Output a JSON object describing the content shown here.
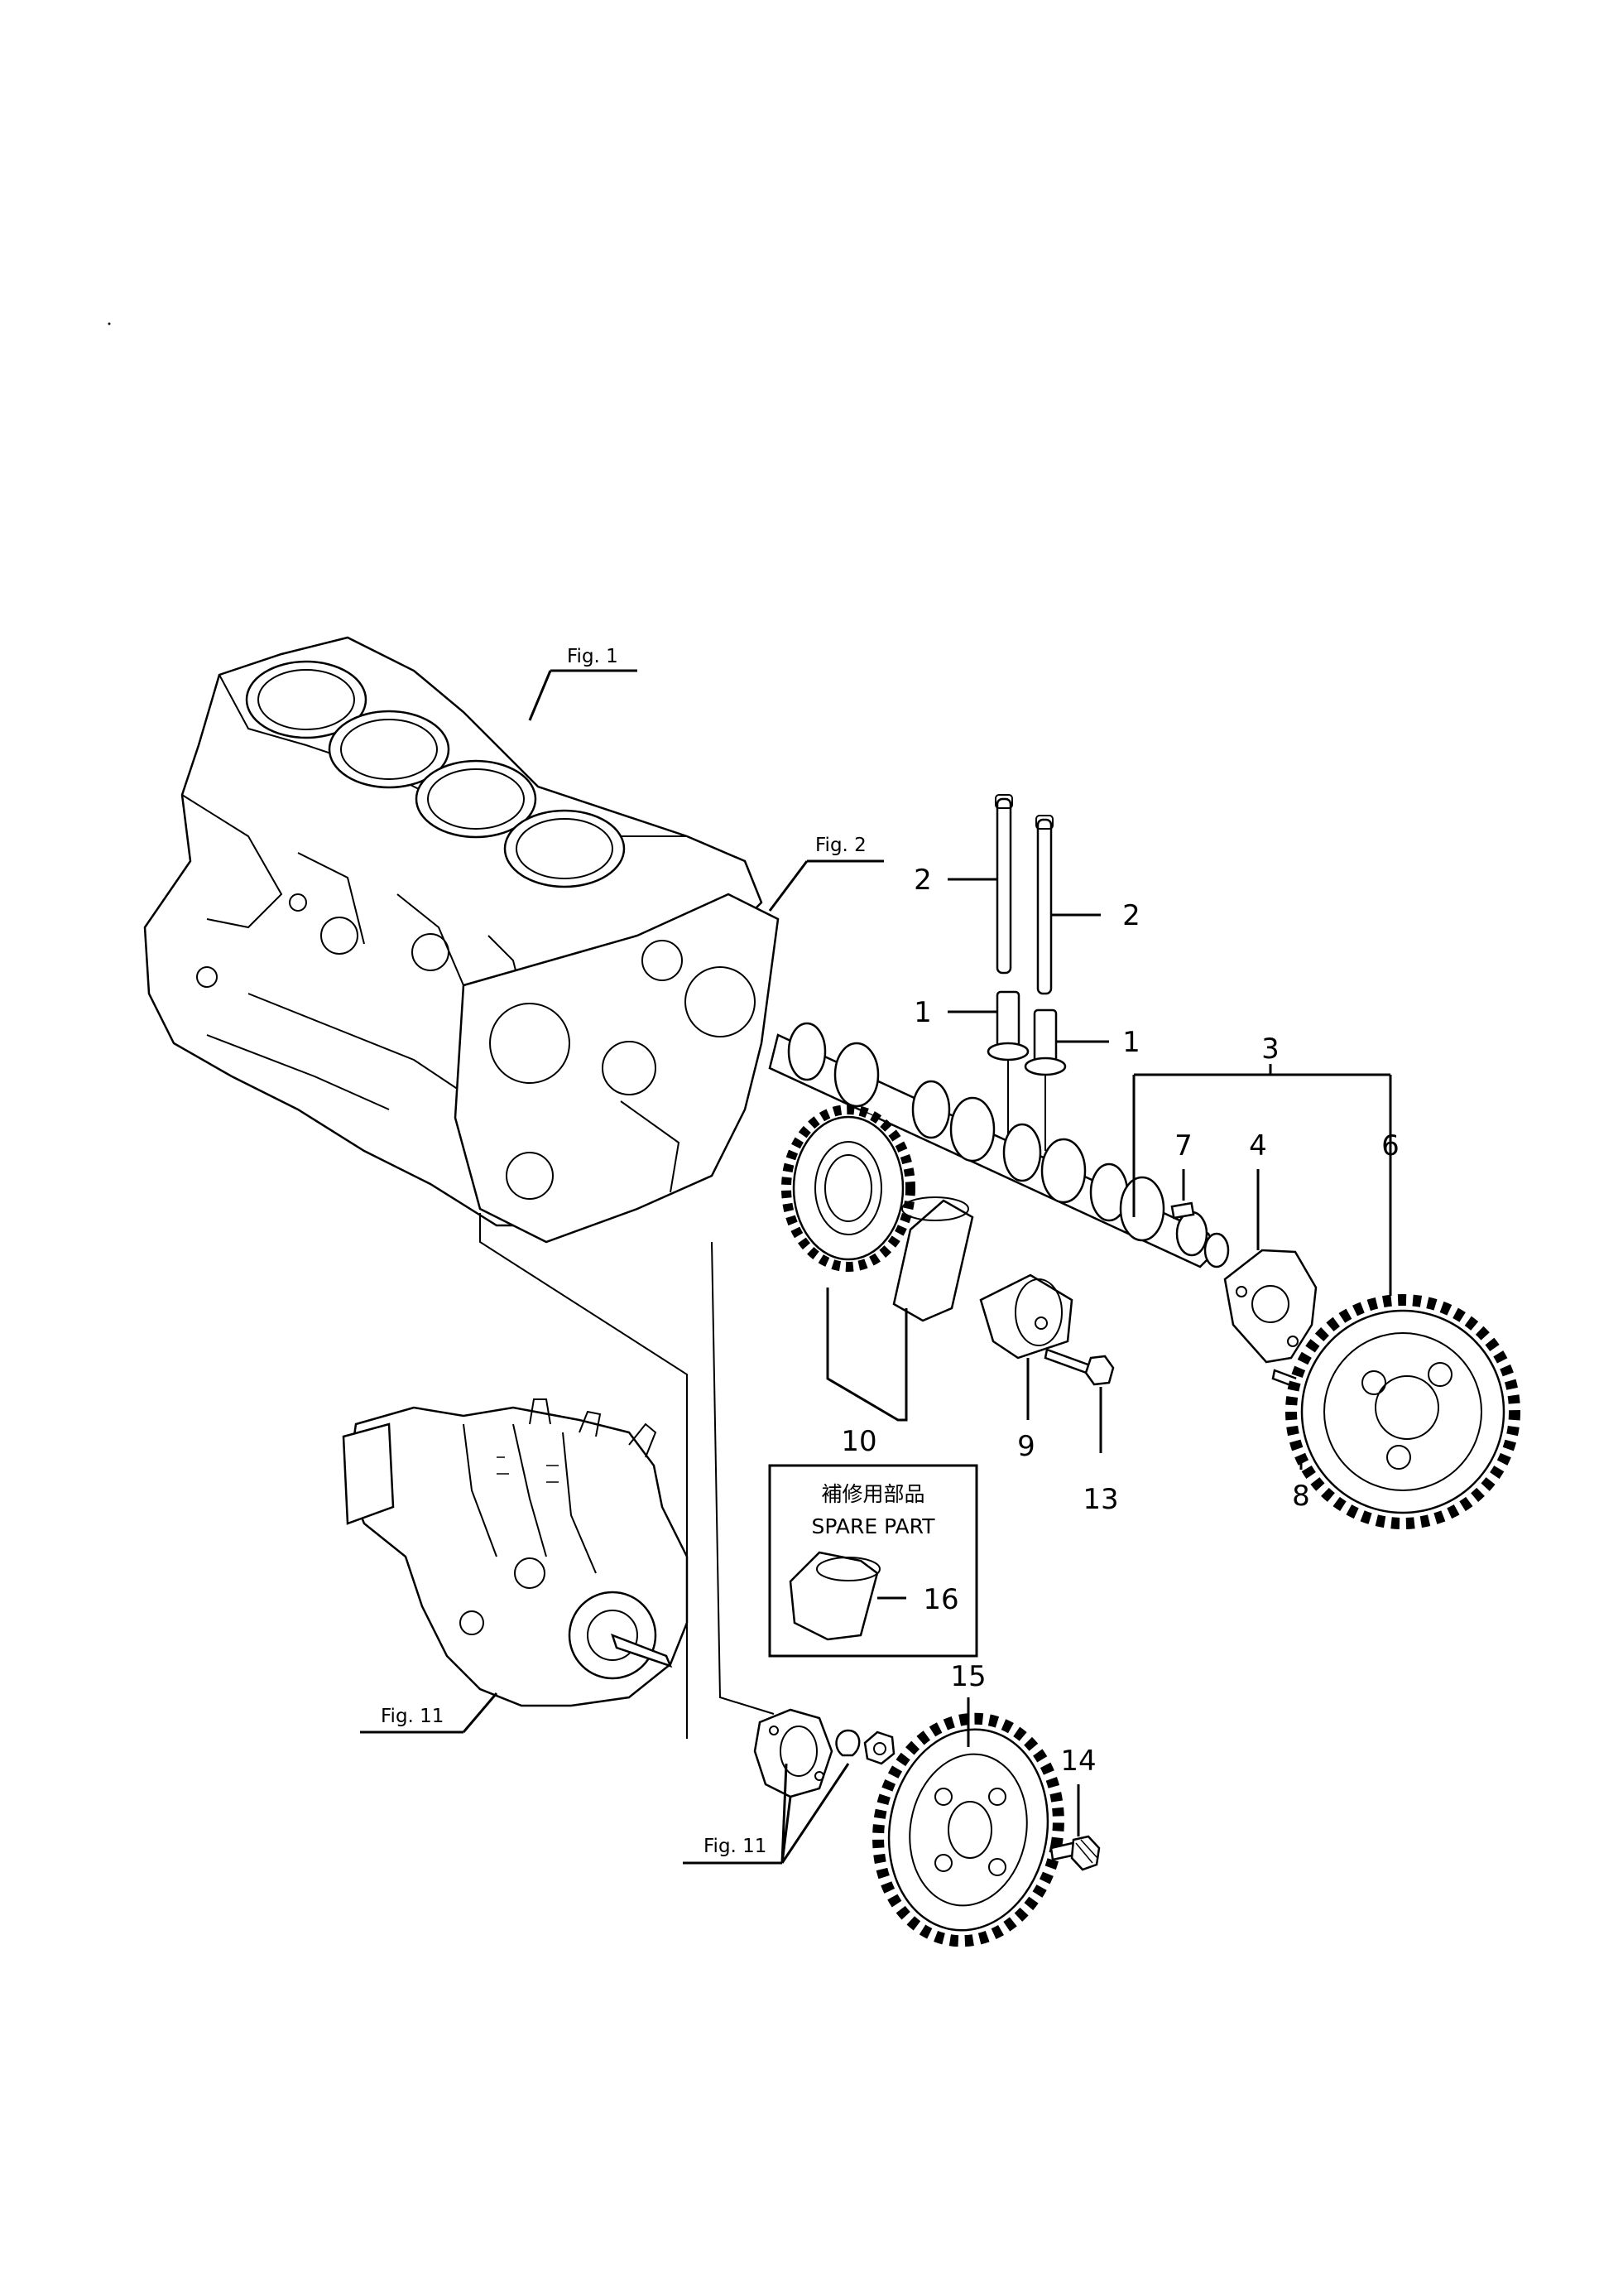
{
  "figure_refs": {
    "fig1": "Fig. 1",
    "fig2": "Fig. 2",
    "fig11_pump": "Fig. 11",
    "fig11_parts": "Fig. 11"
  },
  "spare_box": {
    "title_jp": "補修用部品",
    "title_en": "SPARE PART"
  },
  "part_numbers": {
    "p1a": "1",
    "p1b": "1",
    "p2a": "2",
    "p2b": "2",
    "p3": "3",
    "p4": "4",
    "p6": "6",
    "p7": "7",
    "p8": "8",
    "p9": "9",
    "p10": "10",
    "p13": "13",
    "p14": "14",
    "p15": "15",
    "p16": "16"
  }
}
